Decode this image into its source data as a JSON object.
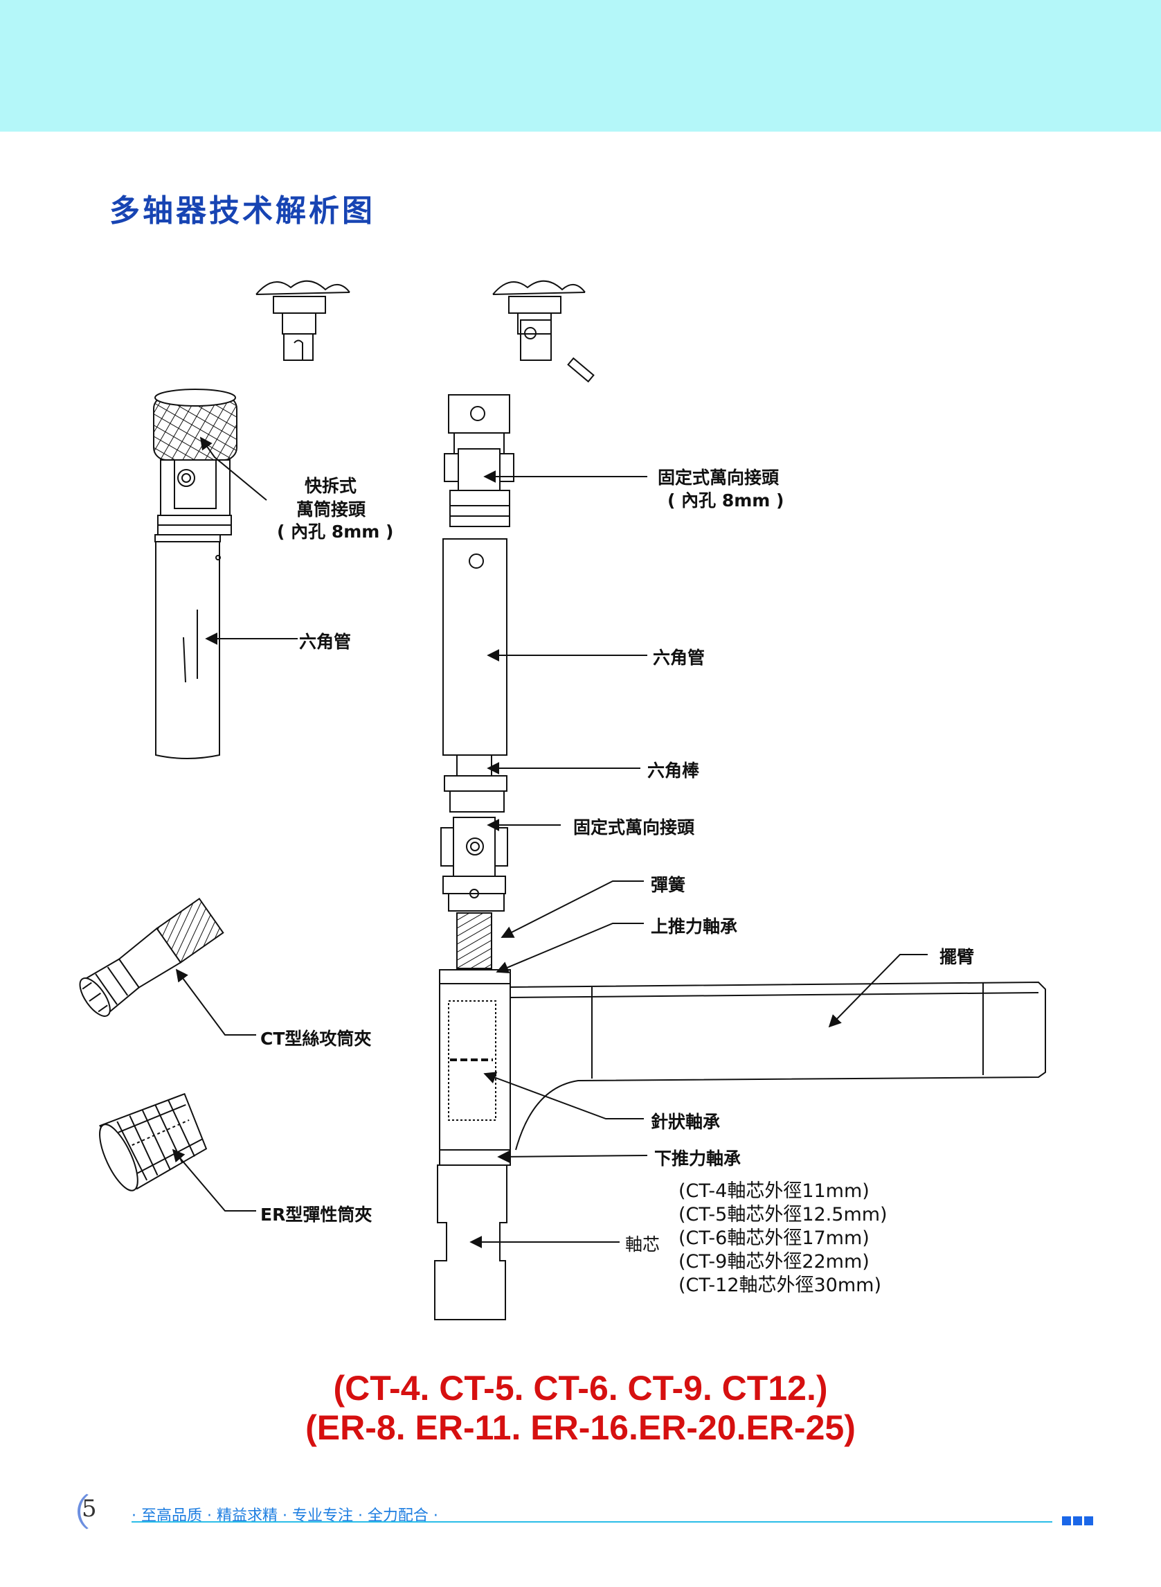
{
  "page": {
    "title": "多轴器技术解析图",
    "page_number": "5",
    "slogan": "· 至高品质 · 精益求精 · 专业专注 · 全力配合 ·"
  },
  "labels": {
    "quick_release_line1": "快拆式",
    "quick_release_line2": "萬筒接頭",
    "quick_release_line3": "( 內孔  8mm )",
    "hex_tube_left": "六角管",
    "ct_collet": "CT型絲攻筒夾",
    "er_collet": "ER型彈性筒夾",
    "fixed_joint_top_line1": "固定式萬向接頭",
    "fixed_joint_top_line2": "( 內孔  8mm )",
    "hex_tube_right": "六角管",
    "hex_bar": "六角棒",
    "fixed_joint_mid": "固定式萬向接頭",
    "spring": "彈簧",
    "upper_thrust_bearing": "上推力軸承",
    "swing_arm": "擺臂",
    "needle_bearing": "針狀軸承",
    "lower_thrust_bearing": "下推力軸承",
    "shaft_core": "軸芯"
  },
  "shaft_specs": [
    "(CT-4軸芯外徑11mm)",
    "(CT-5軸芯外徑12.5mm)",
    "(CT-6軸芯外徑17mm)",
    "(CT-9軸芯外徑22mm)",
    "(CT-12軸芯外徑30mm)"
  ],
  "models": {
    "ct_line": "(CT-4. CT-5. CT-6. CT-9. CT12.)",
    "er_line": "(ER-8. ER-11. ER-16.ER-20.ER-25)"
  },
  "colors": {
    "top_band": "#b4f7f9",
    "title": "#1744b3",
    "models": "#d61010",
    "slogan": "#1d7de0"
  }
}
